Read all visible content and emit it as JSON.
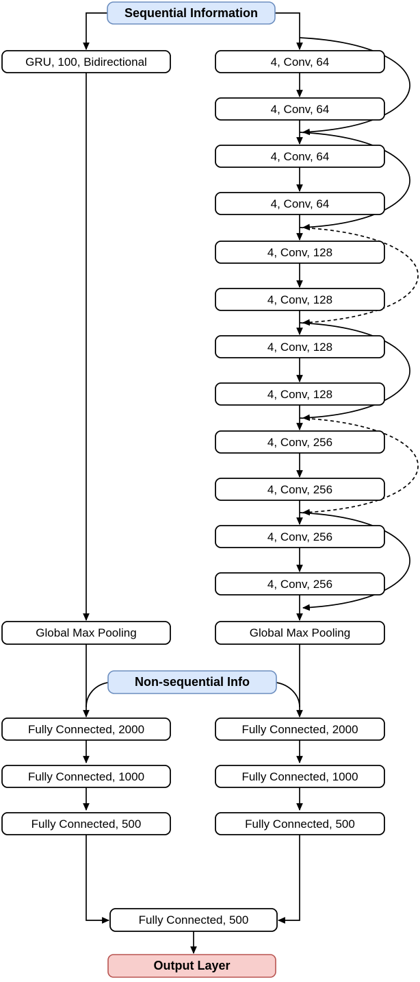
{
  "diagram": {
    "type": "neural-network-architecture",
    "colors": {
      "input_fill": "#dae8fc",
      "input_stroke": "#6c8ebf",
      "output_fill": "#f8cecc",
      "output_stroke": "#b85450",
      "node_fill": "#ffffff",
      "node_stroke": "#000000",
      "edge": "#000000"
    },
    "inputs": {
      "sequential": "Sequential Information",
      "non_sequential": "Non-sequential Info"
    },
    "left_branch": {
      "gru": "GRU, 100, Bidirectional",
      "pooling": "Global Max Pooling",
      "fc": [
        "Fully Connected, 2000",
        "Fully Connected, 1000",
        "Fully Connected, 500"
      ]
    },
    "right_branch": {
      "conv": [
        "4, Conv, 64",
        "4, Conv, 64",
        "4, Conv, 64",
        "4, Conv, 64",
        "4, Conv, 128",
        "4, Conv, 128",
        "4, Conv, 128",
        "4, Conv, 128",
        "4, Conv, 256",
        "4, Conv, 256",
        "4, Conv, 256",
        "4, Conv, 256"
      ],
      "skip_connections": [
        {
          "spans": "conv 1-2",
          "style": "solid"
        },
        {
          "spans": "conv 3-4",
          "style": "solid"
        },
        {
          "spans": "conv 5-6",
          "style": "dashed"
        },
        {
          "spans": "conv 7-8",
          "style": "solid"
        },
        {
          "spans": "conv 9-10",
          "style": "dashed"
        },
        {
          "spans": "conv 11-12",
          "style": "solid"
        }
      ],
      "pooling": "Global Max Pooling",
      "fc": [
        "Fully Connected, 2000",
        "Fully Connected, 1000",
        "Fully Connected, 500"
      ]
    },
    "merge": {
      "fc": "Fully Connected, 500"
    },
    "output": {
      "label": "Output Layer"
    }
  }
}
